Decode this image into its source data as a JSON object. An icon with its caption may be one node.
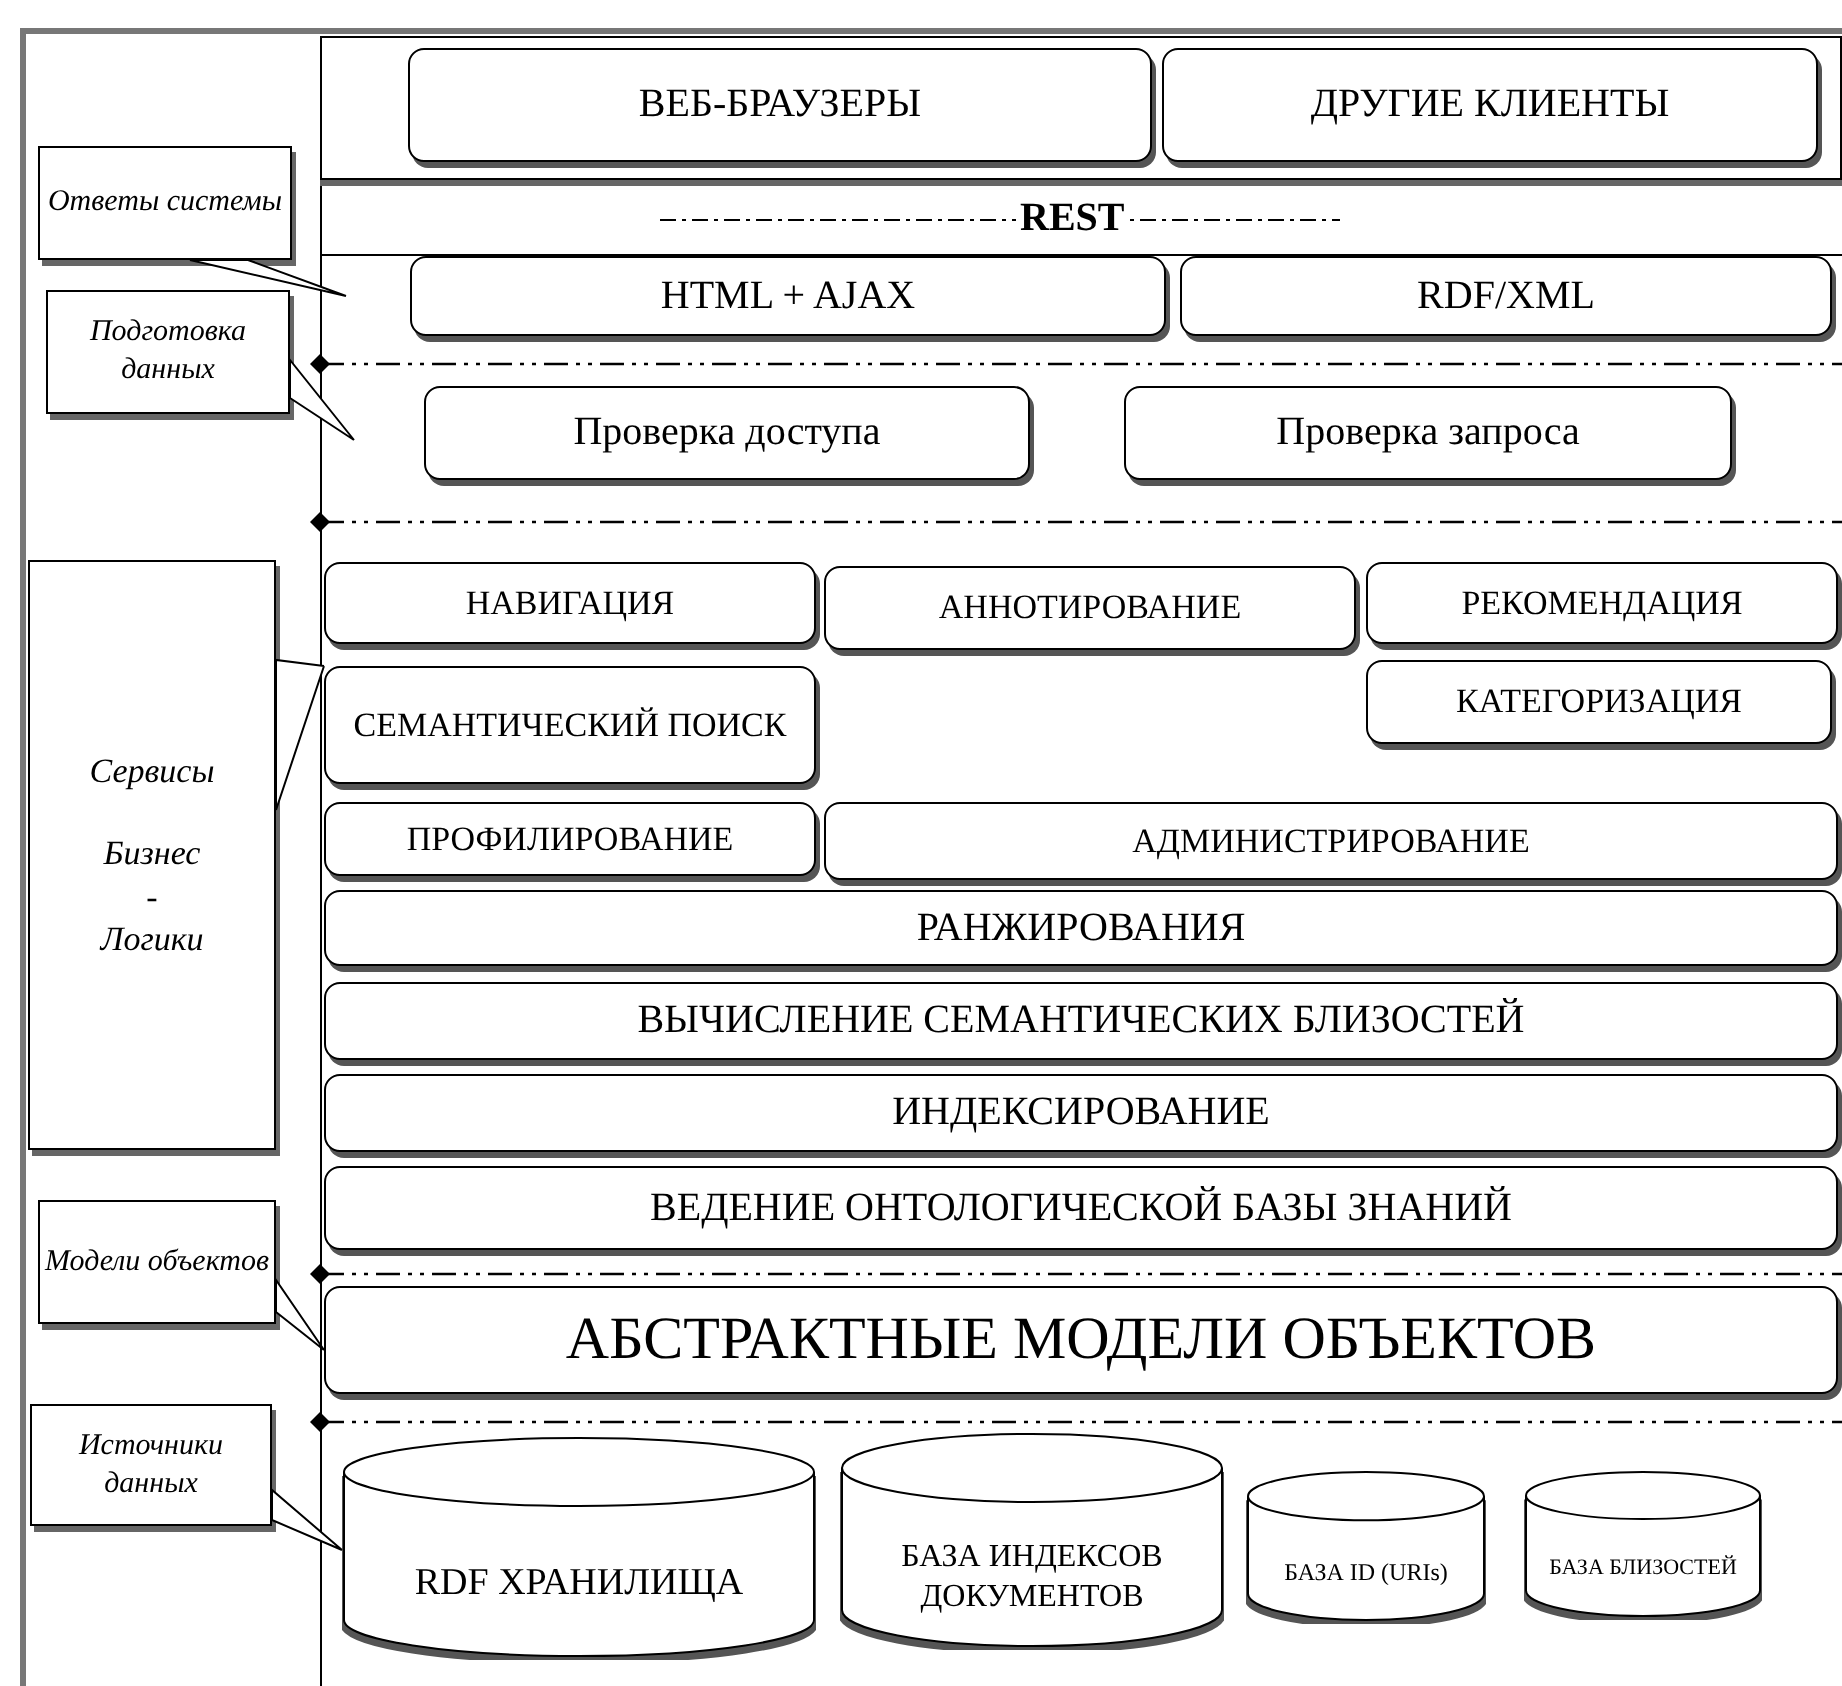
{
  "diagram": {
    "nodes": [
      {
        "text": [],
        "shape": "box"
      },
      {
        "text": [
          "ВЕБ-БРАУЗЕРЫ"
        ],
        "in": 0
      },
      {
        "text": [
          "ДРУГИЕ КЛИЕНТЫ"
        ],
        "in": 0
      },
      {
        "text": [
          "HTML + AJAX"
        ]
      },
      {
        "text": [
          "RDF/XML"
        ]
      },
      {
        "text": [
          "Проверка доступа"
        ]
      },
      {
        "text": [
          "Проверка запроса"
        ]
      },
      {
        "text": [
          "НАВИГАЦИЯ"
        ]
      },
      {
        "text": [
          "АННОТИРОВАНИЕ"
        ]
      },
      {
        "text": [
          "РЕКОМЕНДАЦИЯ"
        ]
      },
      {
        "text": [
          "СЕМАНТИЧЕСКИЙ ПОИСК"
        ]
      },
      {
        "text": [
          "КАТЕГОРИЗАЦИЯ"
        ]
      },
      {
        "text": [
          "ПРОФИЛИРОВАНИЕ"
        ]
      },
      {
        "text": [
          "АДМИНИСТРИРОВАНИЕ"
        ]
      },
      {
        "text": [
          "РАНЖИРОВАНИЯ"
        ]
      },
      {
        "text": [
          "ВЫЧИСЛЕНИЕ СЕМАНТИЧЕСКИХ БЛИЗОСТЕЙ"
        ]
      },
      {
        "text": [
          "ИНДЕКСИРОВАНИЕ"
        ]
      },
      {
        "text": [
          "ВЕДЕНИЕ ОНТОЛОГИЧЕСКОЙ БАЗЫ ЗНАНИЙ"
        ]
      },
      {
        "text": [
          "АБСТРАКТНЫЕ МОДЕЛИ ОБЪЕКТОВ"
        ]
      },
      {
        "text": [
          "RDF ХРАНИЛИЩА"
        ]
      },
      {
        "text": [
          "БАЗА ИНДЕКСОВ ДОКУМЕНТОВ"
        ]
      },
      {
        "text": [
          "БАЗА ID (URIs)"
        ]
      },
      {
        "text": [
          "БАЗА БЛИЗОСТЕЙ"
        ]
      },
      {
        "text": [
          "Ответы системы"
        ]
      },
      {
        "text": [
          "Подготовка данных"
        ]
      },
      {
        "text": [
          "Сервисы",
          "Бизнес - Логики"
        ]
      },
      {
        "text": [
          "Модели объектов"
        ]
      },
      {
        "text": [
          "Источники данных"
        ]
      }
    ],
    "edges": [
      {
        "from": 23,
        "to": null,
        "arrow": "none"
      },
      {
        "from": 24,
        "to": null,
        "arrow": "none"
      },
      {
        "from": 25,
        "to": 10,
        "arrow": "none"
      },
      {
        "from": 26,
        "to": 18,
        "arrow": "none"
      },
      {
        "from": 27,
        "to": 19,
        "arrow": "none"
      }
    ],
    "labels": [
      "REST"
    ]
  }
}
